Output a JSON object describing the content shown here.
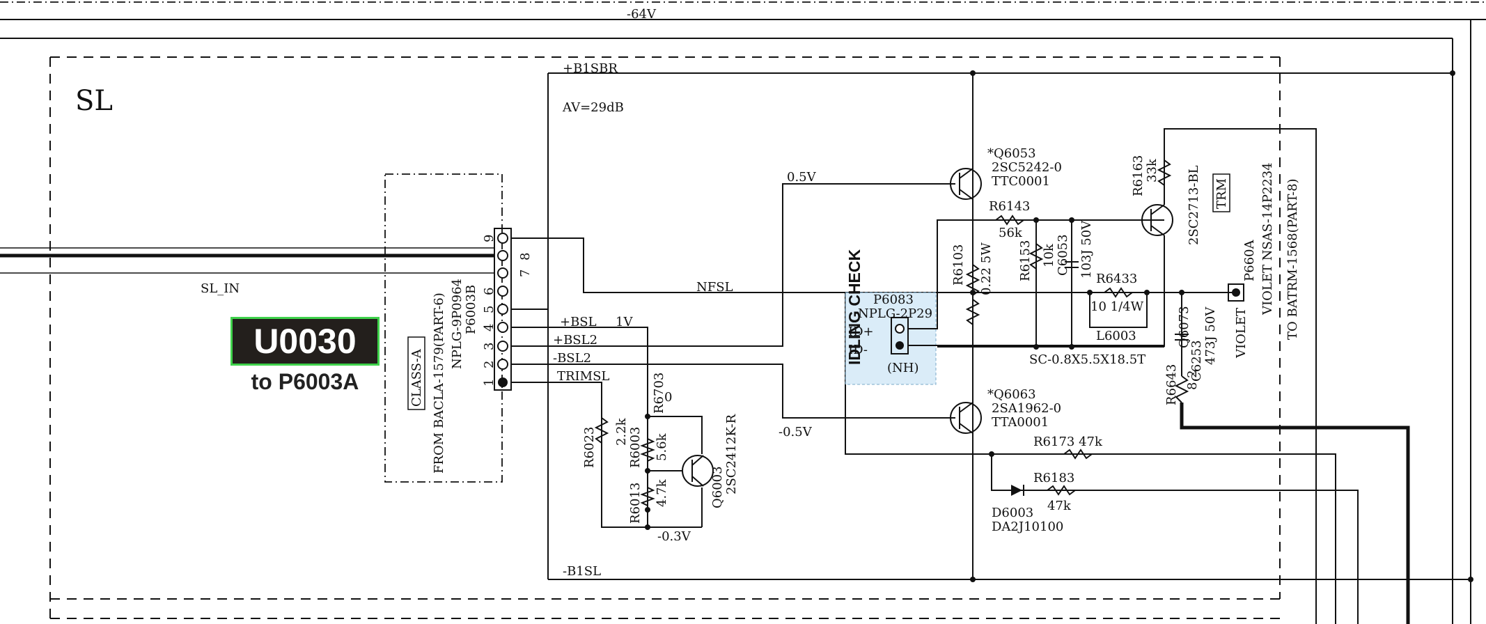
{
  "labels": {
    "rail_top": "-64V",
    "block": "SL",
    "av": "AV=29dB",
    "b1sbr": "+B1SBR",
    "b1sl": "-B1SL",
    "sl_in": "SL_IN",
    "nfsl": "NFSL",
    "bsl_p": "+BSL",
    "bsl_v": "1V",
    "bsl2_p": "+BSL2",
    "bsl2_m": "-BSL2",
    "trimsl": "TRIMSL",
    "v05": "0.5V",
    "vm05": "-0.5V",
    "vm03": "-0.3V",
    "v0": "0",
    "class": "CLASS-A",
    "from1": "FROM BACLA-1579(PART-6)",
    "from2": "NPLG-9P0964",
    "from3": "P6003B",
    "to1": "VIOLET  NSAS-14P2234",
    "to2": "TO BATRM-1568(PART-8)",
    "violet": "VIOLET",
    "p660a": "P660A",
    "trm": "TRM",
    "idling": "IDLING CHECK",
    "p6083": "P6083",
    "nplg2": "NPLG-2P29",
    "idp": "ID+",
    "idm": "ID-",
    "nh": "(NH)",
    "sc": "SC-0.8X5.5X18.5T"
  },
  "connector_pins": [
    "9",
    "8",
    "7",
    "6",
    "5",
    "4",
    "3",
    "2",
    "1"
  ],
  "badge": {
    "code": "U0030",
    "subtitle": "to P6003A"
  },
  "components": {
    "q6053": [
      "*Q6053",
      "2SC5242-0",
      "TTC0001"
    ],
    "q6063": [
      "*Q6063",
      "2SA1962-0",
      "TTA0001"
    ],
    "q6003": [
      "Q6003",
      "2SC2412K-R"
    ],
    "q6073": [
      "Q6073",
      "2SC2713-BL"
    ],
    "r6143": [
      "R6143",
      "56k"
    ],
    "r6103": [
      "R6103",
      "0.22 5W"
    ],
    "r6153": [
      "R6153",
      "10k"
    ],
    "c6053": [
      "C6053",
      "103J 50V"
    ],
    "r6163": [
      "R6163",
      "33k"
    ],
    "r6433": [
      "R6433",
      "10 1/4W"
    ],
    "l6003": "L6003",
    "c6253": [
      "C6253",
      "473J 50V"
    ],
    "r6643": [
      "R6643",
      "8.2"
    ],
    "r6173": "R6173  47k",
    "r6183": [
      "R6183",
      "47k"
    ],
    "d6003": [
      "D6003",
      "DA2J10100"
    ],
    "r6703": "R6703",
    "r6023": [
      "R6023",
      "2.2k"
    ],
    "r6003": [
      "R6003",
      "5.6k"
    ],
    "r6013": [
      "R6013",
      "4.7k"
    ]
  }
}
